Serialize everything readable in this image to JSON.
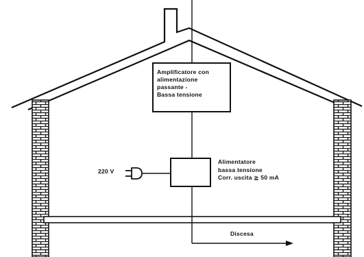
{
  "amplifier_box": {
    "line1": "Amplificatore con",
    "line2": "alimentazione",
    "line3": "passante -",
    "line4": "Bassa tensione"
  },
  "power_supply": {
    "line1": "Alimentatore",
    "line2": "bassa tensione",
    "line3": "Corr. uscita ≧ 50 mA"
  },
  "mains_voltage": "220 V",
  "downlead_label": "Discesa",
  "colors": {
    "ink": "#111111",
    "background": "#ffffff"
  }
}
